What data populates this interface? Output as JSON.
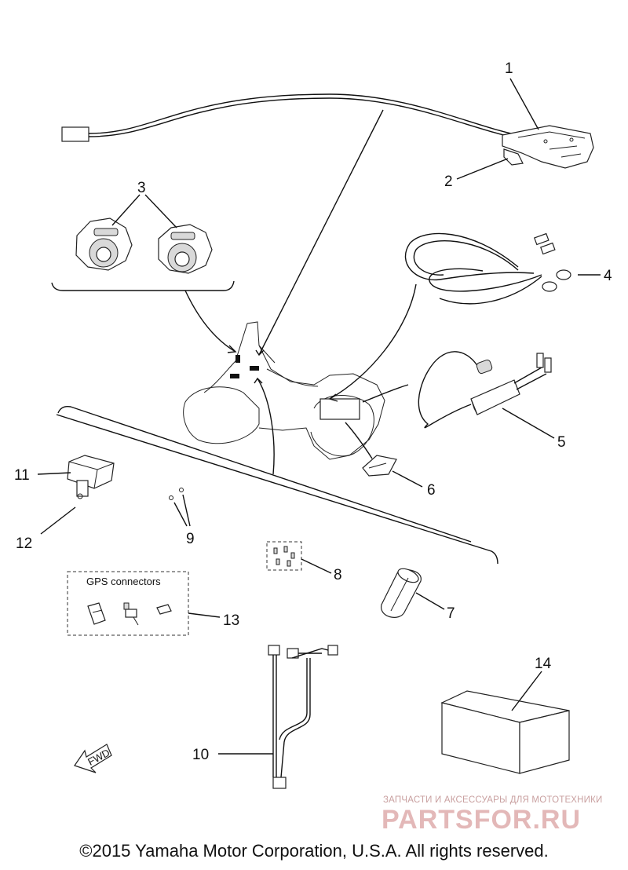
{
  "callouts": {
    "c1": "1",
    "c2": "2",
    "c3": "3",
    "c4": "4",
    "c5": "5",
    "c6": "6",
    "c7": "7",
    "c8": "8",
    "c9": "9",
    "c10": "10",
    "c11": "11",
    "c12": "12",
    "c13": "13",
    "c14": "14"
  },
  "gps_label": "GPS connectors",
  "fwd_label": "FWD",
  "watermark": {
    "top": "ЗАПЧАСТИ И АКСЕССУАРЫ ДЛЯ МОТОТЕХНИКИ",
    "main": "PARTSFOR.RU"
  },
  "copyright": "©2015 Yamaha Motor Corporation, U.S.A. All rights reserved."
}
